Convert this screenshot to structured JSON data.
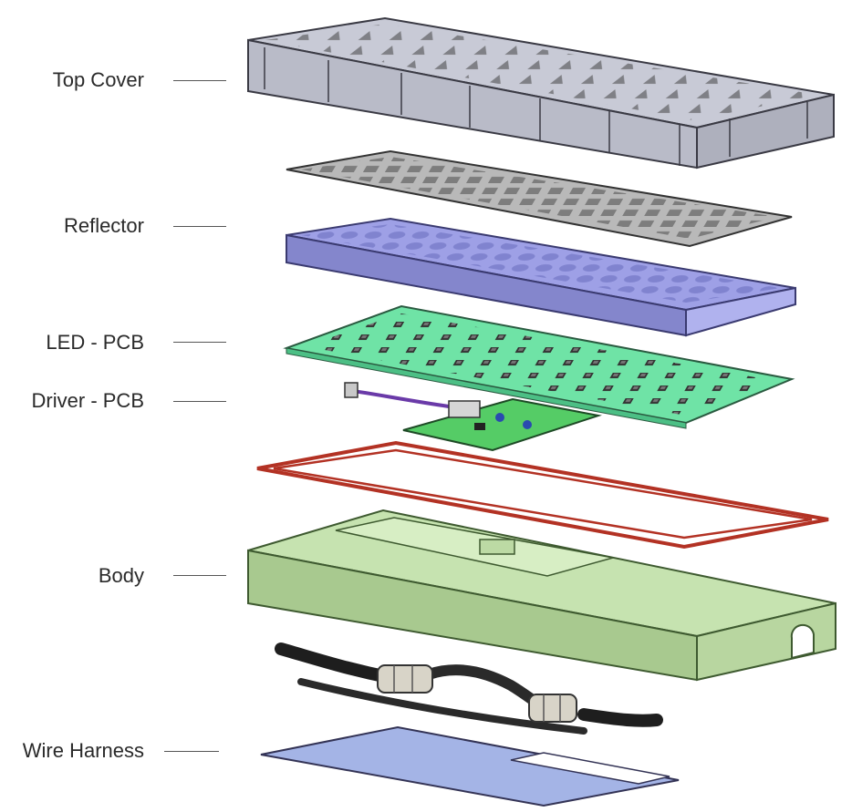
{
  "labels": {
    "top_cover": "Top Cover",
    "reflector": "Reflector",
    "led_pcb": "LED - PCB",
    "driver_pcb": "Driver - PCB",
    "body": "Body",
    "wire_harness": "Wire Harness"
  },
  "colors": {
    "top_cover_fill": "#c8cad6",
    "top_cover_edge": "#3a3a44",
    "diffuser_fill": "#b9b9b9",
    "reflector_fill": "#9ea0e6",
    "led_pcb_fill": "#6fe3a6",
    "driver_pcb_fill": "#55cc66",
    "gasket": "#b33224",
    "body_fill": "#c6e3b0",
    "body_side": "#a8c98f",
    "cable": "#1e1e1e",
    "connector": "#d8d4c8",
    "base_plate": "#a4b4e6"
  }
}
